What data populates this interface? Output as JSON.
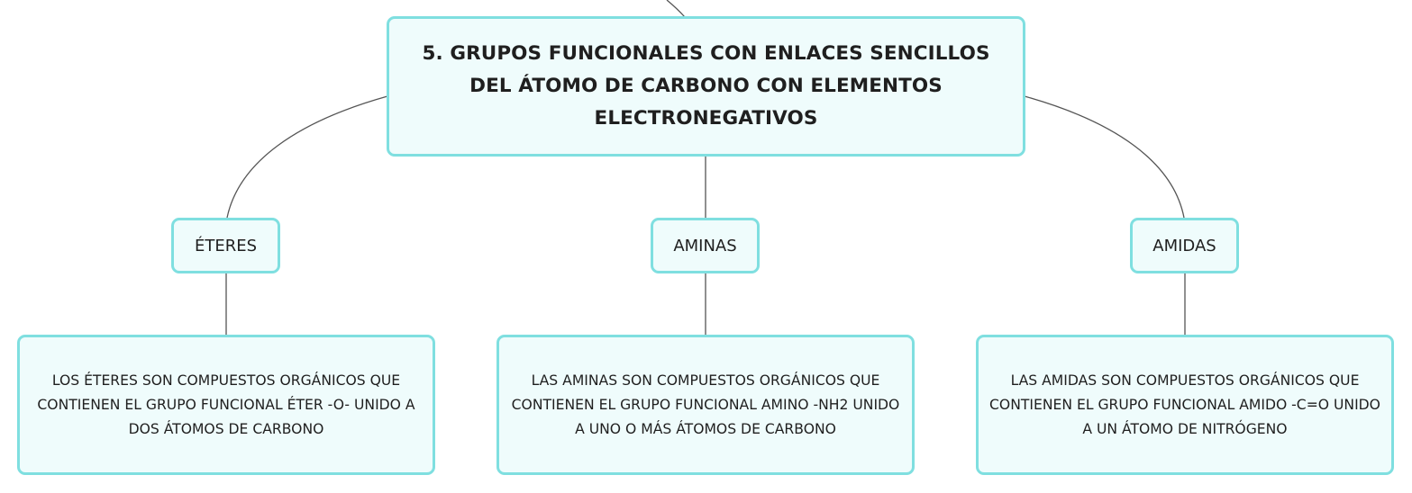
{
  "root": {
    "title": "5. GRUPOS FUNCIONALES CON ENLACES SENCILLOS DEL ÁTOMO DE CARBONO CON ELEMENTOS ELECTRONEGATIVOS"
  },
  "categories": [
    {
      "label": "ÉTERES",
      "description": "LOS ÉTERES SON COMPUESTOS ORGÁNICOS QUE CONTIENEN EL GRUPO FUNCIONAL ÉTER -O- UNIDO A DOS ÁTOMOS DE CARBONO"
    },
    {
      "label": "AMINAS",
      "description": "LAS AMINAS SON COMPUESTOS ORGÁNICOS QUE CONTIENEN EL GRUPO FUNCIONAL AMINO -NH2 UNIDO A UNO O MÁS ÁTOMOS DE CARBONO"
    },
    {
      "label": "AMIDAS",
      "description": "LAS AMIDAS SON COMPUESTOS ORGÁNICOS QUE CONTIENEN EL GRUPO FUNCIONAL AMIDO -C=O UNIDO A UN ÁTOMO DE NITRÓGENO"
    }
  ],
  "colors": {
    "node_fill": "#effcfc",
    "node_border": "#7fdfe0",
    "connector": "#555555",
    "text": "#1f1f1f"
  }
}
